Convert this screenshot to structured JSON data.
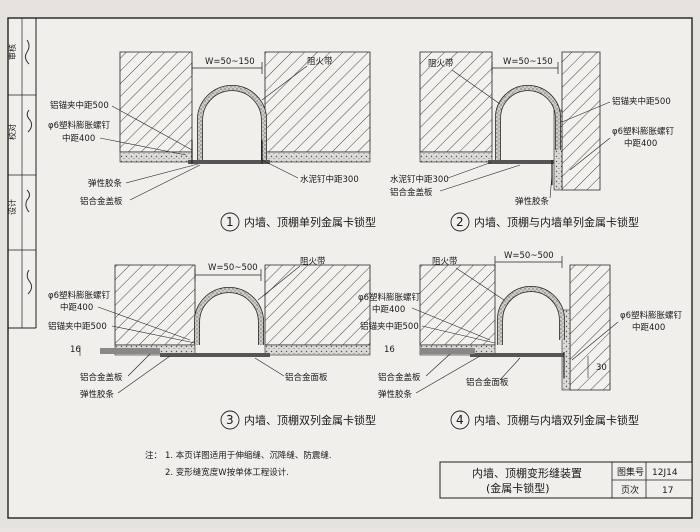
{
  "diagrams": [
    {
      "number": "1",
      "title": "内墙、顶棚单列金属卡锁型",
      "width_dim": "W=50~150",
      "labels": {
        "fire_band": "阻火带",
        "clip_spacing": "铝锚夹中距500",
        "expansion_bolt": "φ6塑料膨胀螺钉",
        "bolt_spacing": "中距400",
        "nail_spacing": "水泥钉中距300",
        "rubber_strip": "弹性胶条",
        "cover_plate": "铝合金盖板"
      }
    },
    {
      "number": "2",
      "title": "内墙、顶棚与内墙单列金属卡锁型",
      "width_dim": "W=50~150",
      "labels": {
        "fire_band": "阻火带",
        "clip_spacing": "铝锚夹中距500",
        "expansion_bolt": "φ6塑料膨胀螺钉",
        "bolt_spacing": "中距400",
        "nail_spacing": "水泥钉中距300",
        "cover_plate": "铝合金盖板",
        "rubber_strip": "弹性胶条"
      }
    },
    {
      "number": "3",
      "title": "内墙、顶棚双列金属卡锁型",
      "width_dim": "W=50~500",
      "labels": {
        "fire_band": "阻火带",
        "expansion_bolt": "φ6塑料膨胀螺钉",
        "bolt_spacing": "中距400",
        "clip_spacing": "铝锚夹中距500",
        "cover_plate": "铝合金盖板",
        "rubber_strip": "弹性胶条",
        "face_plate": "铝合金面板",
        "dim_small": "16"
      }
    },
    {
      "number": "4",
      "title": "内墙、顶棚与内墙双列金属卡锁型",
      "width_dim": "W=50~500",
      "labels": {
        "fire_band": "阻火带",
        "expansion_bolt": "φ6塑料膨胀螺钉",
        "bolt_spacing": "中距400",
        "clip_spacing": "铝锚夹中距500",
        "cover_plate": "铝合金盖板",
        "rubber_strip": "弹性胶条",
        "face_plate": "铝合金面板",
        "expansion_bolt_right": "φ6塑料膨胀螺钉",
        "bolt_spacing_right": "中距400",
        "dim_small": "16",
        "dim_right": "30"
      }
    }
  ],
  "notes": {
    "prefix": "注：",
    "lines": [
      "1. 本页详图适用于伸缩缝、沉降缝、防震缝.",
      "2. 变形缝宽度W按单体工程设计."
    ]
  },
  "title_block": {
    "title_line1": "内墙、顶棚变形缝装置",
    "title_line2": "(金属卡锁型)",
    "atlas_label": "图集号",
    "atlas_value": "12J14",
    "page_label": "页次",
    "page_value": "17"
  },
  "side_strip": {
    "approve": "审核",
    "check": "校对",
    "design": "设计"
  }
}
